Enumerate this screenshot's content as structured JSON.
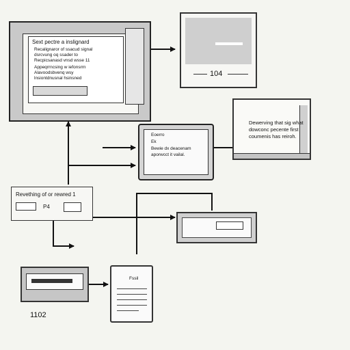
{
  "panel_top_left": {
    "title": "Sext   pectre a inslignard",
    "lines": [
      "Recalignaror of ssacud signal",
      "dsrcvung oq ssader to",
      "Recpicsanasd vnsd wsse 11",
      "Appeqrrncsing w iefonsrrn",
      "Alavoodsbvenq wsy",
      "lnsiontdnusnal hsinsned"
    ]
  },
  "panel_top_right": {
    "number": "104"
  },
  "folder_right": {
    "lines": [
      "Dewerving that sig what",
      "dowconc pecente first",
      "coumenis has reiroh."
    ]
  },
  "screen_middle": {
    "header": "Eoerro",
    "sub": "Ek",
    "lines": [
      "Bewie dx deacenam",
      "aporwcct it vailal."
    ]
  },
  "box_left_middle": {
    "text": "Revething of or rewred 1",
    "mark": "P4"
  },
  "doc_bottom": {
    "tag": "Fssil"
  },
  "label_bottom_left": {
    "text": "1102"
  }
}
